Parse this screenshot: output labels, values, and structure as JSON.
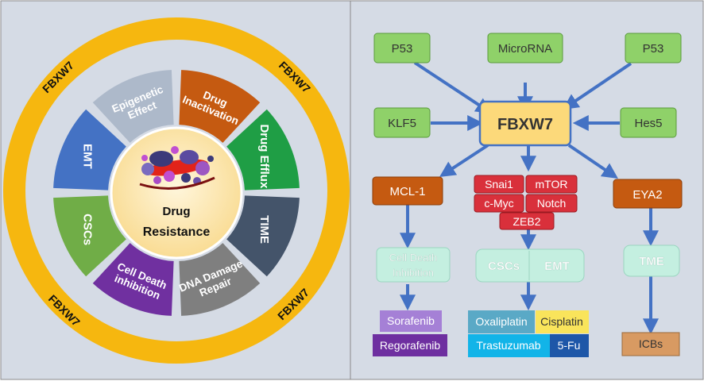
{
  "colors": {
    "background": "#d5dbe5",
    "ring": "#f6b70f",
    "arrow": "#4472c4",
    "green_box": "#8fd169",
    "yellow_box": "#fcd97a",
    "orange_box": "#c55a11",
    "red_box": "#d9303b",
    "mint_box": "#c4efe0",
    "purple_box": "#a580d6",
    "dark_purple_box": "#6e2fa0",
    "teal_box": "#5aa9c6",
    "cyan_box": "#12b4e8",
    "navy_box": "#1e57a8",
    "tan_box": "#d89a62"
  },
  "left": {
    "ring_labels": [
      "FBXW7",
      "FBXW7",
      "FBXW7",
      "FBXW7"
    ],
    "center": {
      "title_line1": "Drug",
      "title_line2": "Resistance"
    },
    "segments": [
      {
        "lines": [
          "Cell Death",
          "inhibition"
        ],
        "color": "#7030a0",
        "text_color": "#ffffff"
      },
      {
        "lines": [
          "CSCs"
        ],
        "color": "#70ad47",
        "text_color": "#ffffff"
      },
      {
        "lines": [
          "EMT"
        ],
        "color": "#4472c4",
        "text_color": "#ffffff"
      },
      {
        "lines": [
          "Epigenetic",
          "Effect"
        ],
        "color": "#adb9ca",
        "text_color": "#ffffff"
      },
      {
        "lines": [
          "Drug",
          "Inactivation"
        ],
        "color": "#c55a11",
        "text_color": "#ffffff"
      },
      {
        "lines": [
          "Drug Efflux"
        ],
        "color": "#1f9e45",
        "text_color": "#ffffff"
      },
      {
        "lines": [
          "TIME"
        ],
        "color": "#44546a",
        "text_color": "#ffffff"
      },
      {
        "lines": [
          "DNA Damage",
          "Repair"
        ],
        "color": "#7f7f7f",
        "text_color": "#ffffff"
      }
    ]
  },
  "right": {
    "top": {
      "p53_left": "P53",
      "microrna": "MicroRNA",
      "p53_right": "P53",
      "klf5": "KLF5",
      "hes5": "Hes5"
    },
    "center": "FBXW7",
    "targets": {
      "mcl1": "MCL-1",
      "eya2": "EYA2",
      "snai1": "Snai1",
      "mtor": "mTOR",
      "cmyc": "c-Myc",
      "notch": "Notch",
      "zeb2": "ZEB2"
    },
    "effects": {
      "cell_death_line1": "Cell Death",
      "cell_death_line2": "Inhibition",
      "cscs": "CSCs",
      "emt": "EMT",
      "tme": "TME"
    },
    "drugs": {
      "sorafenib": "Sorafenib",
      "regorafenib": "Regorafenib",
      "oxaliplatin": "Oxaliplatin",
      "cisplatin": "Cisplatin",
      "trastuzumab": "Trastuzumab",
      "fu5": "5-Fu",
      "icbs": "ICBs"
    }
  }
}
